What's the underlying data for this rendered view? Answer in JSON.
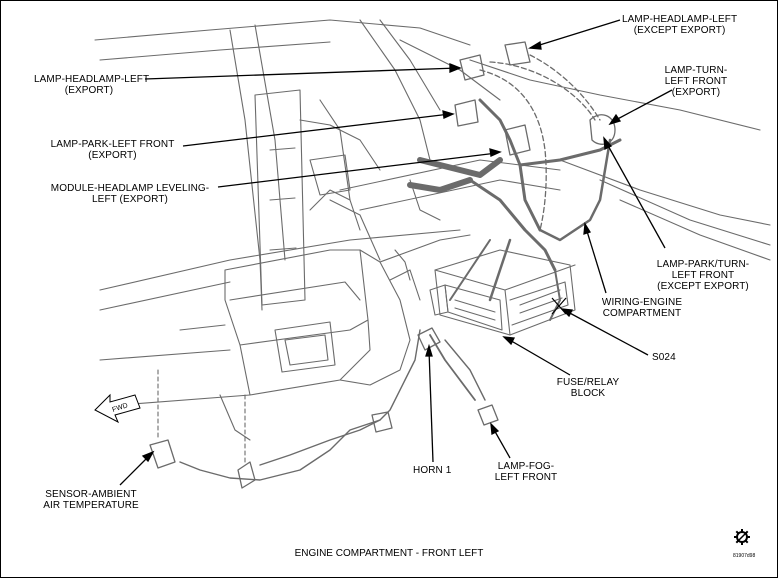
{
  "labels": {
    "headlamp_left_except_export": {
      "line1": "LAMP-HEADLAMP-LEFT",
      "line2": "(EXCEPT EXPORT)"
    },
    "headlamp_left_export": {
      "line1": "LAMP-HEADLAMP-LEFT",
      "line2": "(EXPORT)"
    },
    "turn_left_front": {
      "line1": "LAMP-TURN-",
      "line2": "LEFT FRONT",
      "line3": "(EXPORT)"
    },
    "park_left_front": {
      "line1": "LAMP-PARK-LEFT FRONT",
      "line2": "(EXPORT)"
    },
    "module_headlamp_leveling": {
      "line1": "MODULE-HEADLAMP LEVELING-",
      "line2": "LEFT (EXPORT)"
    },
    "park_turn_left_front": {
      "line1": "LAMP-PARK/TURN-",
      "line2": "LEFT FRONT",
      "line3": "(EXCEPT EXPORT)"
    },
    "wiring_engine": {
      "line1": "WIRING-ENGINE",
      "line2": "COMPARTMENT"
    },
    "s024": "S024",
    "fuse_relay_block": {
      "line1": "FUSE/RELAY",
      "line2": "BLOCK"
    },
    "horn": "HORN 1",
    "fog_left_front": {
      "line1": "LAMP-FOG-",
      "line2": "LEFT FRONT"
    },
    "sensor_ambient": {
      "line1": "SENSOR-AMBIENT",
      "line2": "AIR TEMPERATURE"
    },
    "fwd": "FWD"
  },
  "caption": "ENGINE COMPARTMENT - FRONT LEFT",
  "doc_id": "81907d98",
  "colors": {
    "line": "#000000",
    "art": "#6b6b6b",
    "background": "#ffffff"
  }
}
